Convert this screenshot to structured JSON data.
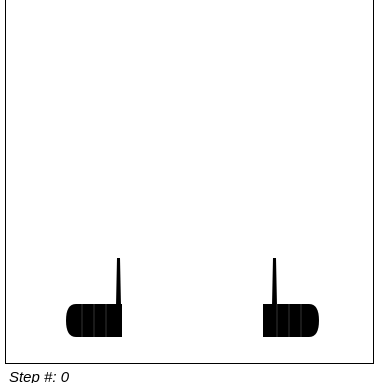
{
  "game": {
    "step_label": "Step #: 0"
  },
  "tanks": [
    {
      "id": "left",
      "facing": "right"
    },
    {
      "id": "right",
      "facing": "left"
    }
  ],
  "colors": {
    "background": "#ffffff",
    "tank": "#000000",
    "border": "#000000"
  }
}
